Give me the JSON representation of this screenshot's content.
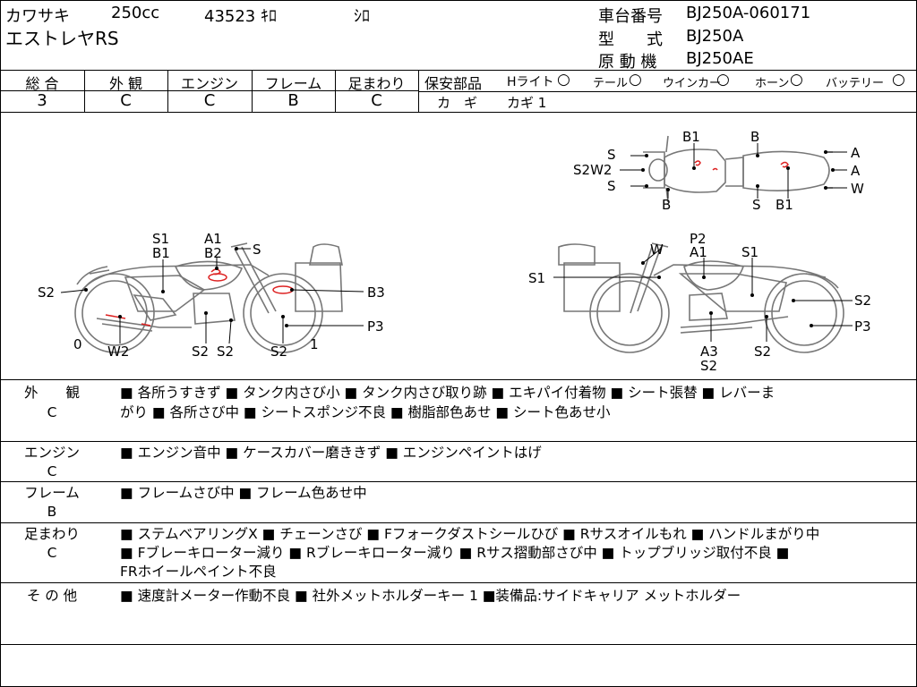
{
  "header": {
    "maker": "カワサキ",
    "cc": "250cc",
    "mileage": "43523 ｷﾛ",
    "color": "ｼﾛ",
    "model_name": "エストレヤRS",
    "frame_label": "車台番号",
    "frame_value": "BJ250A-060171",
    "type_label": "型　　式",
    "type_value": "BJ250A",
    "engine_label": "原 動 機",
    "engine_value": "BJ250AE"
  },
  "grades": {
    "overall_label": "総 合",
    "overall_value": "3",
    "exterior_label": "外 観",
    "exterior_value": "C",
    "engine_label": "エンジン",
    "engine_value": "C",
    "frame_label": "フレーム",
    "frame_value": "B",
    "suspension_label": "足まわり",
    "suspension_value": "C"
  },
  "safety": {
    "label": "保安部品",
    "headlight": "Hライト",
    "tail": "テール",
    "winker": "ウインカー",
    "horn": "ホーン",
    "battery": "バッテリー",
    "key_label": "カ　ギ",
    "key_value": "カギ 1"
  },
  "diagram": {
    "left": {
      "s1": "S1",
      "b1": "B1",
      "a1": "A1",
      "b2": "B2",
      "s_top": "S",
      "s2_left": "S2",
      "b3": "B3",
      "p3": "P3",
      "zero": "0",
      "one": "1",
      "w2": "W2",
      "s2_a": "S2",
      "s2_b": "S2",
      "s2_c": "S2"
    },
    "right": {
      "w": "W",
      "p2": "P2",
      "a1": "A1",
      "s1_top": "S1",
      "s1_left": "S1",
      "s2_right": "S2",
      "p3": "P3",
      "a3": "A3",
      "s2_bottom": "S2",
      "s2_mid": "S2"
    },
    "top": {
      "b1_top": "B1",
      "b_top": "B",
      "s_1": "S",
      "s2w2": "S2W2",
      "s_2": "S",
      "b_bottom": "B",
      "s_bottom": "S",
      "b1_bottom": "B1",
      "a_1": "A",
      "a_2": "A",
      "w": "W"
    }
  },
  "notes": [
    {
      "title": "外　　観",
      "grade": "C",
      "lines": [
        "■ 各所うすきず ■ タンク内さび小 ■ タンク内さび取り跡 ■ エキパイ付着物 ■ シート張替 ■ レバーま",
        "がり ■ 各所さび中 ■ シートスポンジ不良 ■ 樹脂部色あせ ■ シート色あせ小"
      ]
    },
    {
      "title": "エンジン",
      "grade": "C",
      "lines": [
        "■ エンジン音中 ■ ケースカバー磨ききず ■ エンジンペイントはげ"
      ]
    },
    {
      "title": "フレーム",
      "grade": "B",
      "lines": [
        "■ フレームさび中 ■ フレーム色あせ中"
      ]
    },
    {
      "title": "足まわり",
      "grade": "C",
      "lines": [
        "■ ステムベアリングX ■ チェーンさび ■ Fフォークダストシールひび ■ Rサスオイルもれ ■ ハンドルまがり中",
        "■ Fブレーキローター減り ■ Rブレーキローター減り ■ Rサス摺動部さび中 ■ トップブリッジ取付不良 ■",
        "FRホイールペイント不良"
      ]
    },
    {
      "title": "そ の 他",
      "grade": "",
      "lines": [
        "■ 速度計メーター作動不良 ■ 社外メットホルダーキー 1 ■装備品:サイドキャリア メットホルダー"
      ]
    }
  ]
}
